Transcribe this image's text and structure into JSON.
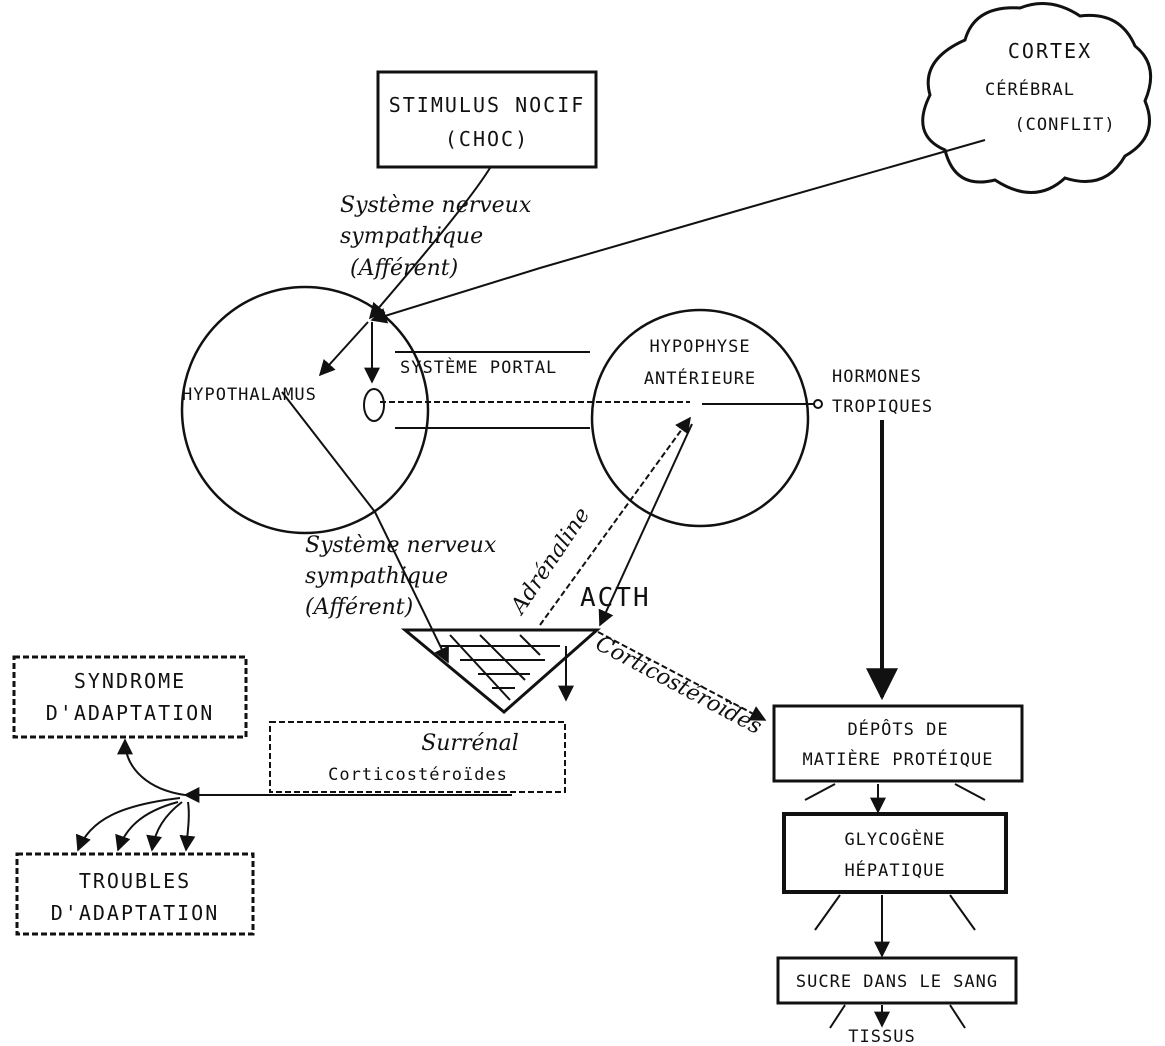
{
  "nodes": {
    "stimulus": {
      "line1": "STIMULUS NOCIF",
      "line2": "(CHOC)"
    },
    "cortex": {
      "line1": "CORTEX",
      "line2": "CÉRÉBRAL",
      "line3": "(CONFLIT)"
    },
    "hypothalamus": {
      "label": "HYPOTHALAMUS"
    },
    "hypophyse": {
      "line1": "HYPOPHYSE",
      "line2": "ANTÉRIEURE"
    },
    "hormones": {
      "line1": "HORMONES",
      "line2": "TROPIQUES"
    },
    "syndrome": {
      "line1": "SYNDROME",
      "line2": "D'ADAPTATION"
    },
    "troubles": {
      "line1": "TROUBLES",
      "line2": "D'ADAPTATION"
    },
    "depots": {
      "line1": "DÉPÔTS DE",
      "line2": "MATIÈRE PROTÉIQUE"
    },
    "glycogene": {
      "line1": "GLYCOGÈNE",
      "line2": "HÉPATIQUE"
    },
    "sucre": {
      "label": "SUCRE DANS LE SANG"
    },
    "tissus": {
      "label": "TISSUS"
    }
  },
  "labels": {
    "sns_afferent_top": {
      "line1": "Système nerveux",
      "line2": "sympathique",
      "line3": "(Afférent)"
    },
    "sns_afferent_bottom": {
      "line1": "Système nerveux",
      "line2": "sympathique",
      "line3": "(Afférent)"
    },
    "systeme_portal": "SYSTÈME PORTAL",
    "adrenaline": "Adrénaline",
    "acth": "ACTH",
    "corticosteroides_diag": "Corticostéroïdes",
    "corticosteroides_box": {
      "line1": "Surrénal",
      "line2": "Corticostéroïdes"
    }
  }
}
